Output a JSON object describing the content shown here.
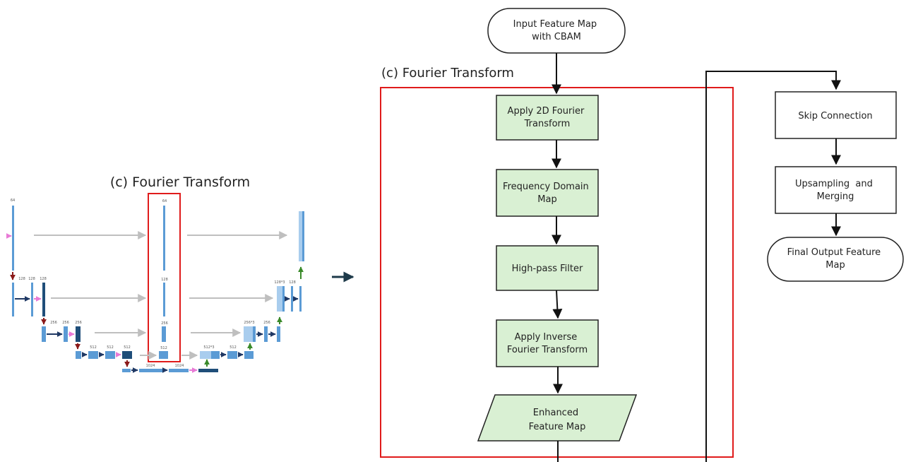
{
  "left_title": "(c) Fourier Transform",
  "right_title": "(c) Fourier Transform",
  "unet_labels": {
    "l1": [
      "64"
    ],
    "l2": [
      "128",
      "128",
      "128"
    ],
    "l3": [
      "256",
      "256",
      "256"
    ],
    "l4": [
      "512",
      "512",
      "512"
    ],
    "bottleneck": [
      "1024",
      "1024"
    ],
    "mid": [
      "64",
      "128",
      "256",
      "512"
    ],
    "dec4": [
      "512*3",
      "512"
    ],
    "dec3": [
      "256*3",
      "256"
    ],
    "dec2": [
      "128*3",
      "128"
    ]
  },
  "flow": {
    "input": [
      "Input Feature Map",
      "with CBAM"
    ],
    "step1": [
      "Apply 2D Fourier",
      "Transform"
    ],
    "step2": [
      "Frequency Domain",
      "Map"
    ],
    "step3": [
      "High-pass Filter"
    ],
    "step4": [
      "Apply Inverse",
      "Fourier Transform"
    ],
    "output": [
      "Enhanced",
      "Feature Map"
    ]
  },
  "side": {
    "skip": [
      "Skip Connection"
    ],
    "upsample": [
      "Upsampling  and",
      "Merging"
    ],
    "final": [
      "Final Output Feature",
      "Map"
    ]
  },
  "colors": {
    "box_fill": "#d9f0d3",
    "box_stroke": "#222222",
    "highlight": "#e01b1b",
    "block_blue": "#5b9bd5",
    "block_dark": "#1f4e79",
    "block_light": "#a9cdee",
    "arrow_gray": "#bfbfbf",
    "arrow_pink": "#e87ad6",
    "arrow_red": "#8b1a1a",
    "arrow_green": "#3a8a2a"
  }
}
